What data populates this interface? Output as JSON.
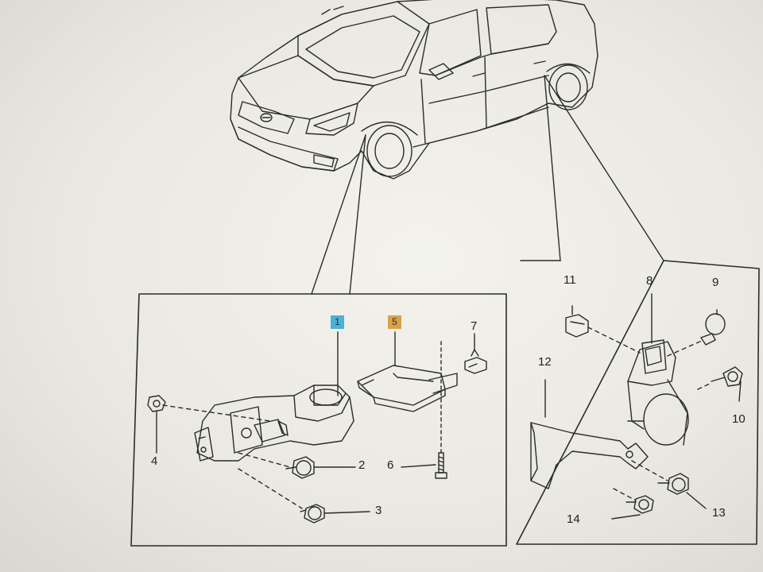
{
  "diagram": {
    "colors": {
      "line": "#2b2b2b",
      "background": "#f1f0ea",
      "badge_blue": "#4ab1d9",
      "badge_orange": "#d8a24a"
    },
    "callouts": {
      "c1": "1",
      "c2": "2",
      "c3": "3",
      "c4": "4",
      "c5": "5",
      "c6": "6",
      "c7": "7",
      "c8": "8",
      "c9": "9",
      "c10": "10",
      "c11": "11",
      "c12": "12",
      "c13": "13",
      "c14": "14"
    }
  }
}
